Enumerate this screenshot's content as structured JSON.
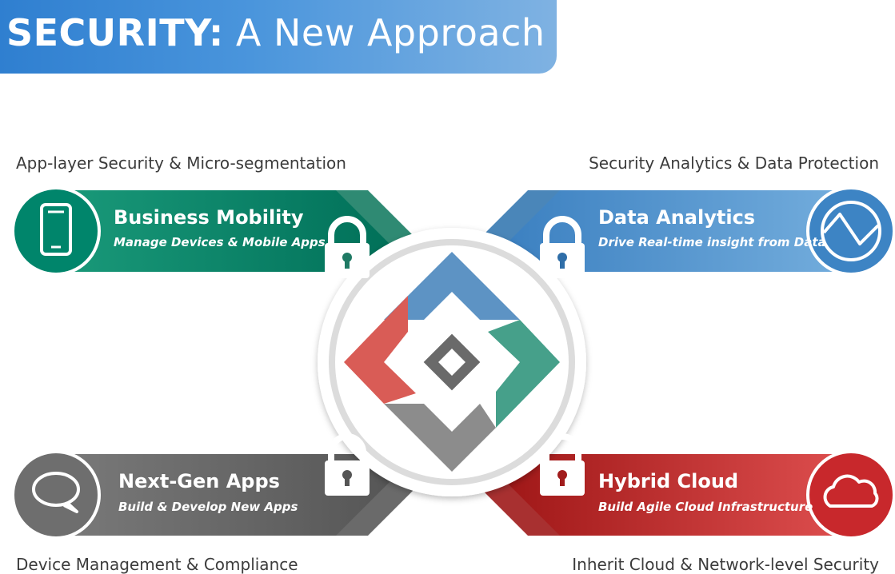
{
  "header": {
    "title_bold": "SECURITY:",
    "title_light": "A New Approach",
    "banner_color": "#3d8ad6"
  },
  "captions": {
    "top_left": "App-layer Security & Micro-segmentation",
    "top_right": "Security Analytics & Data Protection",
    "bottom_left": "Device Management & Compliance",
    "bottom_right": "Inherit Cloud & Network-level Security"
  },
  "pillars": [
    {
      "title": "Business Mobility",
      "subtitle": "Manage Devices & Mobile Apps",
      "color": "#00856b",
      "icon": "smartphone-icon"
    },
    {
      "title": "Data Analytics",
      "subtitle": "Drive Real-time insight from Data",
      "color": "#3d84c4",
      "icon": "pulse-chart-icon"
    },
    {
      "title": "Next-Gen Apps",
      "subtitle": "Build & Develop New Apps",
      "color": "#6e6e6e",
      "icon": "chat-bubble-icon"
    },
    {
      "title": "Hybrid Cloud",
      "subtitle": "Build Agile Cloud Infrastructure",
      "color": "#c8282c",
      "icon": "cloud-icon"
    }
  ]
}
